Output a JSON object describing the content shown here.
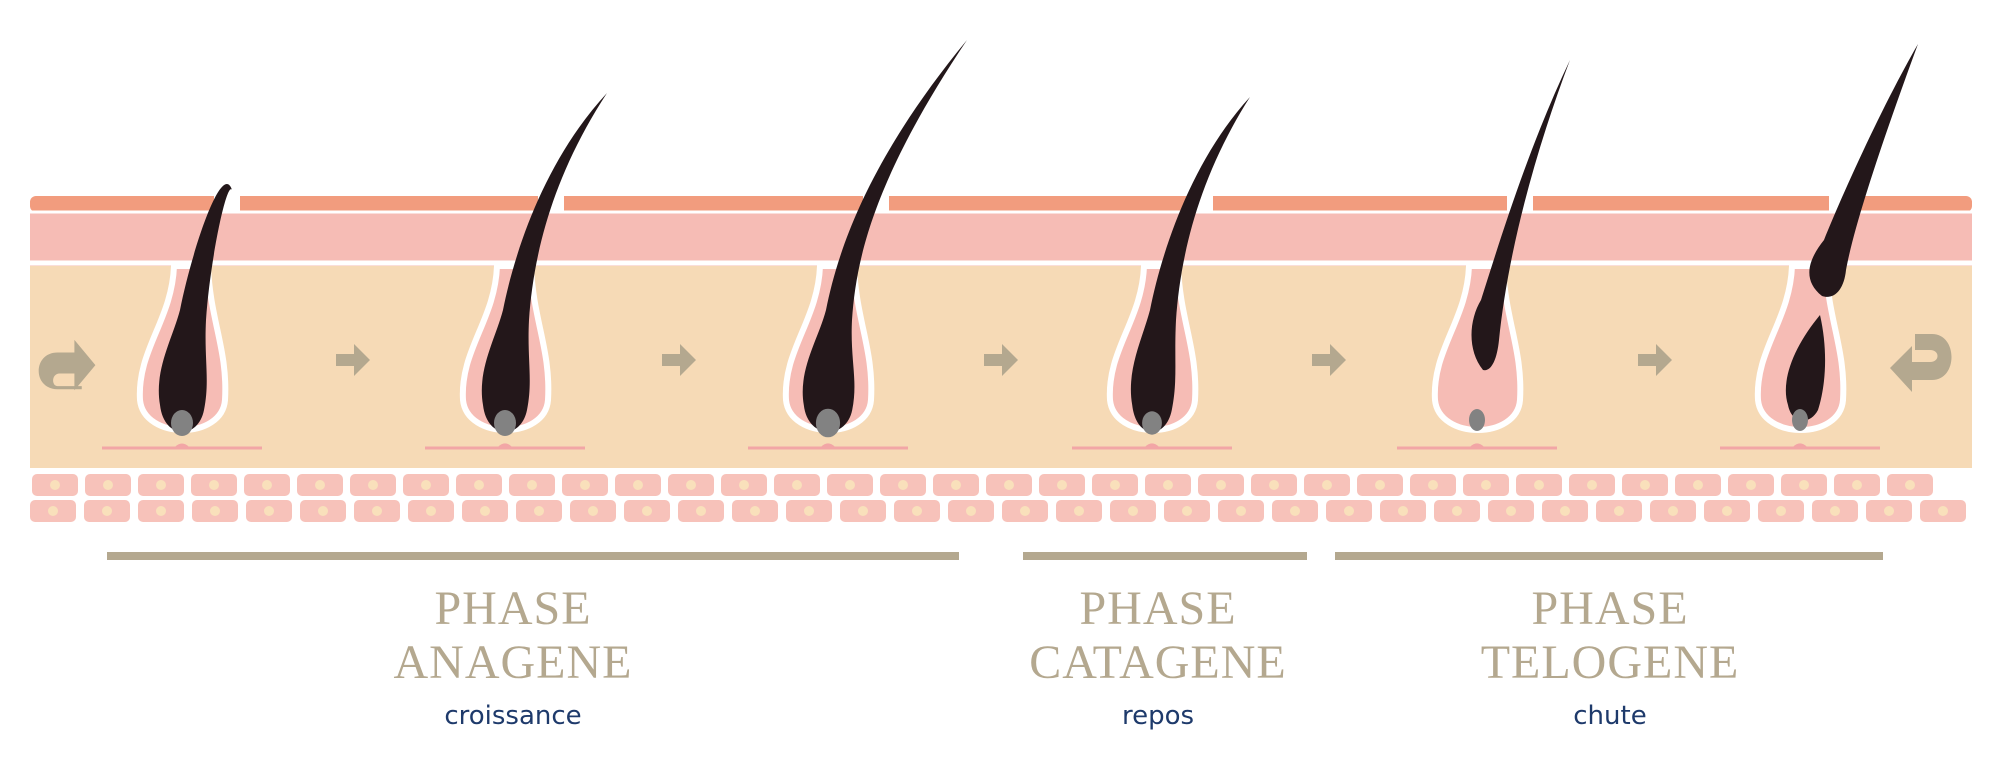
{
  "colors": {
    "epidermis_top": "#f29c7e",
    "dermis": "#f6bcb5",
    "hypodermis": "#f6dab6",
    "cells_bg": "#f7c2ba",
    "cell_nucleus": "#f9e0bb",
    "hair": "#23171a",
    "papilla": "#828282",
    "outline": "#ffffff",
    "arrow": "#b4a88f",
    "bar": "#b4a88f",
    "phase_title": "#b4a88f",
    "phase_subtitle": "#1e3a6b"
  },
  "phases": [
    {
      "id": "anagene",
      "title_line1": "PHASE",
      "title_line2": "ANAGENE",
      "subtitle": "croissance"
    },
    {
      "id": "catagene",
      "title_line1": "PHASE",
      "title_line2": "CATAGENE",
      "subtitle": "repos"
    },
    {
      "id": "telogene",
      "title_line1": "PHASE",
      "title_line2": "TELOGENE",
      "subtitle": "chute"
    }
  ],
  "icons": {
    "cycle_start": "u-turn-arrow-icon",
    "step": "right-arrow-icon",
    "cycle_end": "u-turn-arrow-icon"
  }
}
